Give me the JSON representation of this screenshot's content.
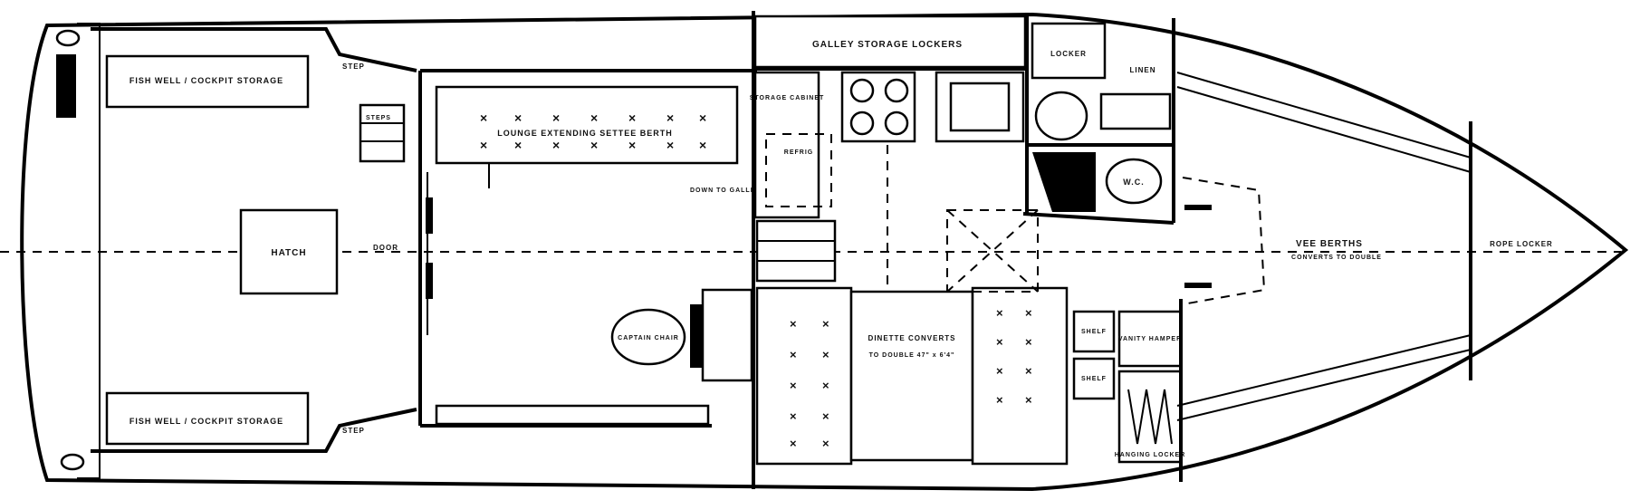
{
  "labels": {
    "fish_well_top": "FISH WELL / COCKPIT STORAGE",
    "fish_well_bottom": "FISH WELL / COCKPIT STORAGE",
    "hatch": "HATCH",
    "step_top": "STEP",
    "step_bottom": "STEP",
    "steps": "STEPS",
    "lounge_settee": "LOUNGE EXTENDING SETTEE BERTH",
    "galley_lockers": "GALLEY STORAGE LOCKERS",
    "storage_cabinet": "STORAGE CABINET",
    "refrig": "REFRIG",
    "locker": "LOCKER",
    "linen": "LINEN",
    "wc": "W.C.",
    "vee_berths": "VEE BERTHS",
    "vee_berths_sub": "CONVERTS TO DOUBLE",
    "rope_locker": "ROPE LOCKER",
    "dinette": "DINETTE CONVERTS",
    "dinette_sub": "TO DOUBLE 47\" x 6'4\"",
    "chair": "CAPTAIN CHAIR",
    "shelf_top": "SHELF",
    "shelf_bottom": "SHELF",
    "vanity": "VANITY HAMPER",
    "hanging_locker": "HANGING LOCKER",
    "door": "DOOR",
    "down": "DOWN TO GALLEY"
  }
}
